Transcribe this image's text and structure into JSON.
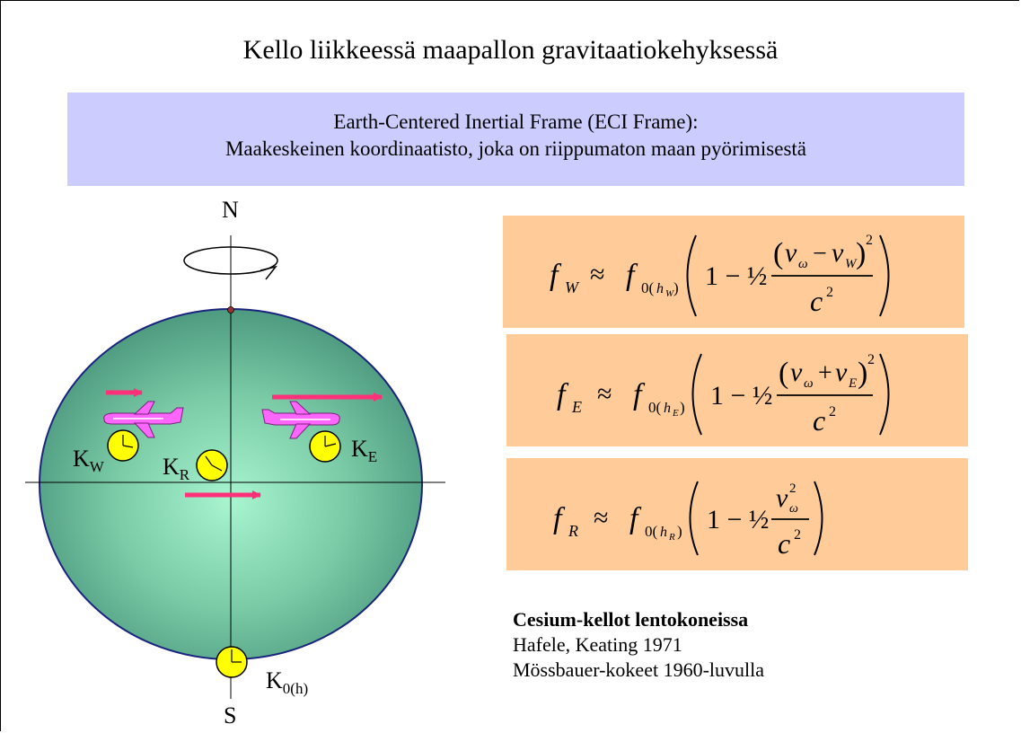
{
  "title": "Kello liikkeessä maapallon gravitaatiokehyksessä",
  "eci_box": {
    "line1": "Earth-Centered Inertial Frame (ECI Frame):",
    "line2": "Maakeskeinen koordinaatisto, joka on riippumaton maan pyörimisestä"
  },
  "globe": {
    "north_label": "N",
    "south_label": "S",
    "clocks": {
      "west": {
        "main": "K",
        "sub": "W"
      },
      "rest": {
        "main": "K",
        "sub": "R"
      },
      "east": {
        "main": "K",
        "sub": "E"
      },
      "ground": {
        "main": "K",
        "sub": "0(h)"
      }
    }
  },
  "formulas": [
    {
      "lhs_sub": "W",
      "h_sub": "W",
      "numerator_sign": "−",
      "v_sub": "W"
    },
    {
      "lhs_sub": "E",
      "h_sub": "E",
      "numerator_sign": "+",
      "v_sub": "E"
    },
    {
      "lhs_sub": "R",
      "h_sub": "R"
    }
  ],
  "notes": {
    "heading": "Cesium-kellot lentokoneissa",
    "line1": "Hafele, Keating 1971",
    "line2": "Mössbauer-kokeet 1960-luvulla"
  },
  "colors": {
    "eci_box": "#ccccff",
    "formula_box": "#ffcc99",
    "globe_edge": "#1a237e",
    "globe_center": "#a8f5d0",
    "globe_outer": "#4e9a80",
    "clock_face": "#ffff00",
    "arrow": "#ff2f7a",
    "plane": "#ff66ff"
  }
}
